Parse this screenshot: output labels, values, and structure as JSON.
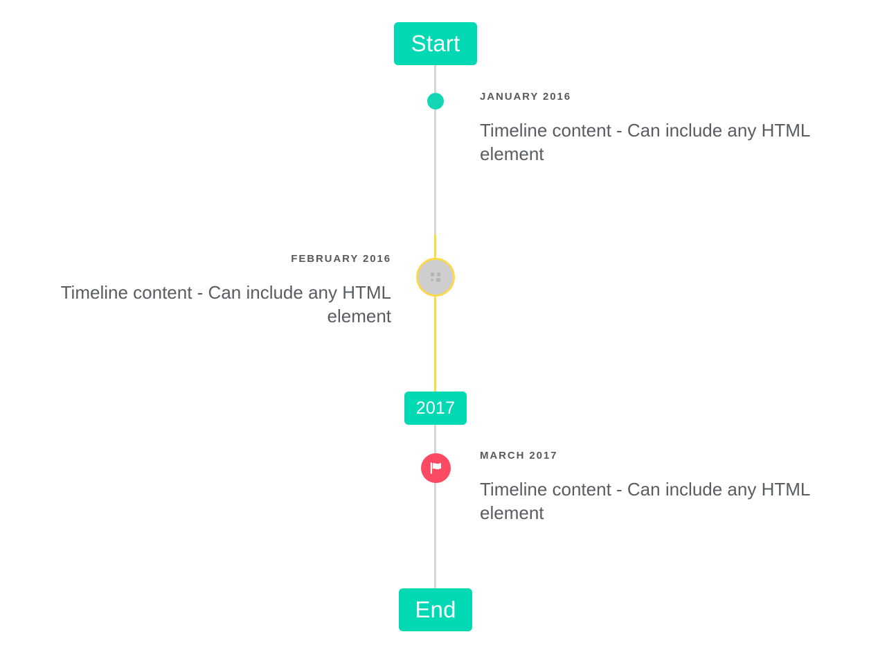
{
  "timeline": {
    "start_label": "Start",
    "end_label": "End",
    "year_marker_label": "2017",
    "colors": {
      "accent_teal": "#00d9b4",
      "marker_dot_teal": "#12d6b4",
      "line_gray": "#d6d6d6",
      "line_yellow": "#fcd94b",
      "ring_yellow": "#fcd94b",
      "ring_fill_gray": "#cecece",
      "flag_pink": "#fc4a63",
      "date_text": "#555a5d",
      "body_text": "#575d60",
      "background": "#ffffff"
    },
    "entries": [
      {
        "date": "JANUARY 2016",
        "body": "Timeline content - Can include any HTML element",
        "side": "right",
        "marker": "dot-icon"
      },
      {
        "date": "FEBRUARY 2016",
        "body": "Timeline content - Can include any HTML element",
        "side": "left",
        "marker": "placeholder-glyph-icon"
      },
      {
        "date": "MARCH 2017",
        "body": "Timeline content - Can include any HTML element",
        "side": "right",
        "marker": "flag-icon"
      }
    ]
  }
}
